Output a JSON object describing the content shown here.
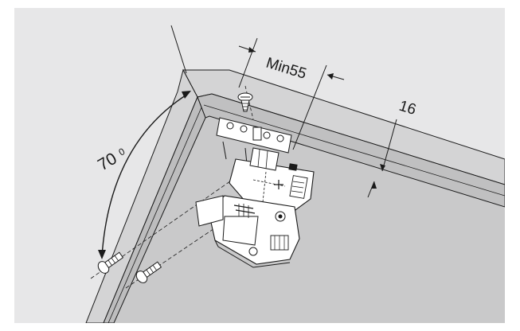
{
  "labels": {
    "min_width": "Min55",
    "thickness": "16",
    "angle": "70",
    "angle_unit": "0"
  },
  "colors": {
    "panel_bg": "#e7e7e8",
    "board_top": "#cdcdce",
    "board_front": "#bdbdbe",
    "board_edge": "#d6d6d7",
    "inner_floor": "#c4c4c5",
    "part_fill": "#ffffff",
    "stroke": "#1a1a1a"
  }
}
